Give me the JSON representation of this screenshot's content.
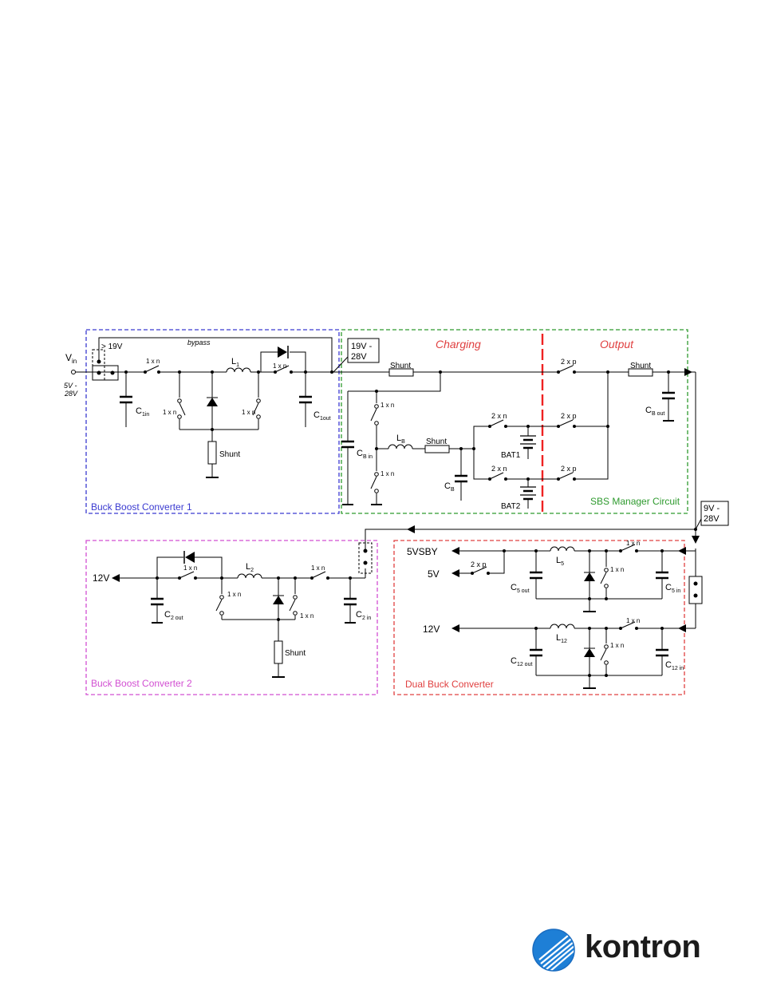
{
  "colors": {
    "wire": "#000000",
    "bbc1": "#3a3ad0",
    "sbs": "#2e9a2e",
    "bbc2": "#d24fd2",
    "dual": "#e04040",
    "divider": "#ee2222",
    "brand_blue": "#1e7fd6"
  },
  "bbc1": {
    "label": "Buck Boost Converter 1",
    "vin": "V",
    "vin_sub": "in",
    "vin_range_1": "5V -",
    "vin_range_2": "28V",
    "bypass_threshold": "> 19V",
    "bypass": "bypass",
    "switch_1xn": "1 x n",
    "l1": "L",
    "l1_sub": "1",
    "c1in": "C",
    "c1in_sub": "1in",
    "c1out": "C",
    "c1out_sub": "1out",
    "shunt": "Shunt"
  },
  "v19_28": {
    "line1": "19V -",
    "line2": "28V"
  },
  "sbs": {
    "label": "SBS Manager Circuit",
    "charging": "Charging",
    "output": "Output",
    "shunt": "Shunt",
    "switch_1xn": "1 x n",
    "switch_2xn": "2 x n",
    "switch_2xp": "2 x p",
    "lb": "L",
    "lb_sub": "B",
    "cbin": "C",
    "cbin_sub": "B in",
    "cb": "C",
    "cb_sub": "B",
    "cbout": "C",
    "cbout_sub": "B out",
    "bat1": "BAT1",
    "bat2": "BAT2"
  },
  "v9_28": {
    "line1": "9V -",
    "line2": "28V"
  },
  "bbc2": {
    "label": "Buck Boost Converter 2",
    "out": "12V",
    "switch_1xn": "1 x n",
    "l2": "L",
    "l2_sub": "2",
    "c2out": "C",
    "c2out_sub": "2 out",
    "c2in": "C",
    "c2in_sub": "2 in",
    "shunt": "Shunt"
  },
  "dual": {
    "label": "Dual Buck Converter",
    "out_5vsby": "5VSBY",
    "out_5v": "5V",
    "out_12v": "12V",
    "switch_2xp": "2 x p",
    "switch_1xn": "1 x n",
    "l5": "L",
    "l5_sub": "5",
    "l12": "L",
    "l12_sub": "12",
    "c5out": "C",
    "c5out_sub": "5 out",
    "c5in": "C",
    "c5in_sub": "5 in",
    "c12out": "C",
    "c12out_sub": "12 out",
    "c12in": "C",
    "c12in_sub": "12 in"
  },
  "brand": {
    "name": "kontron"
  }
}
